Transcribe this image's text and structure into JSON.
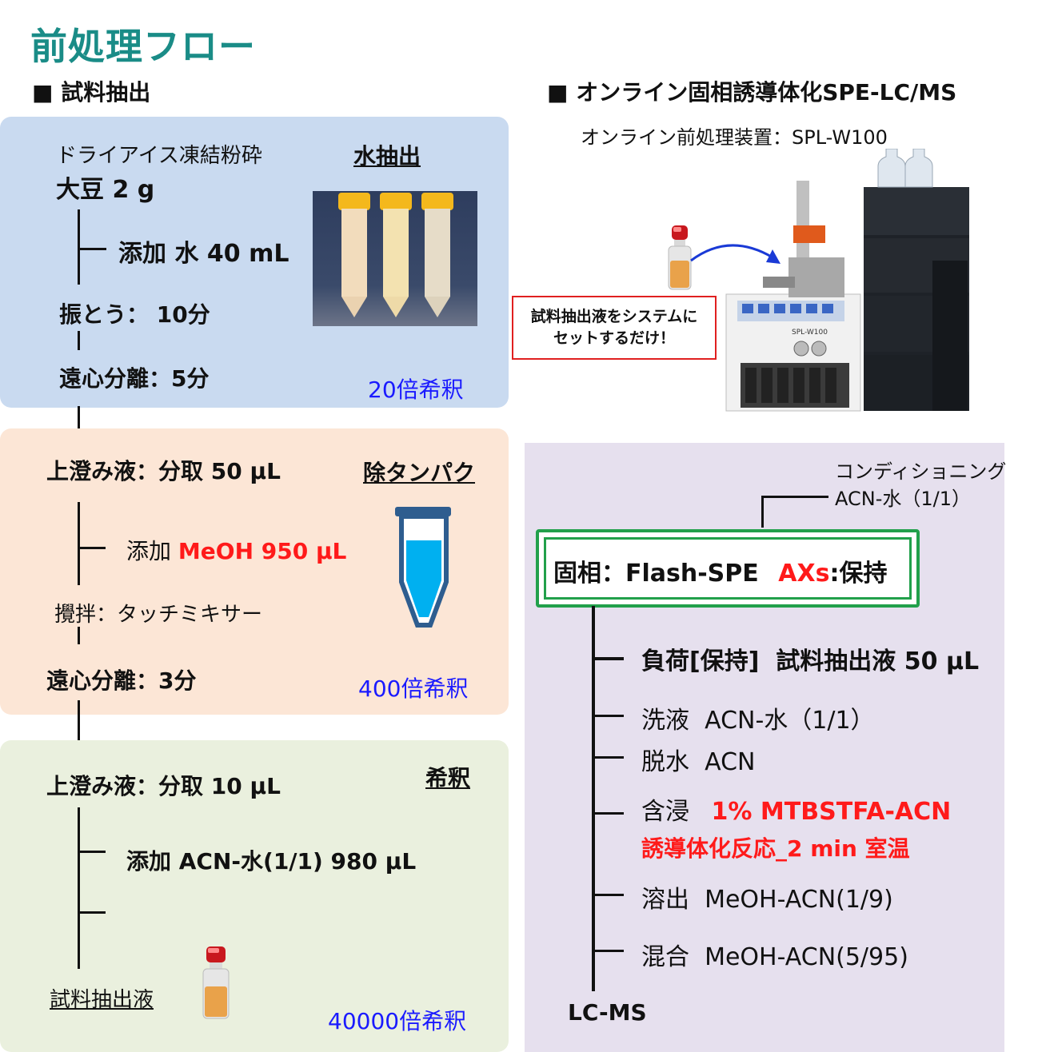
{
  "title": "前処理フロー",
  "left_heading": "■ 試料抽出",
  "right_heading": "■ オンライン固相誘導体化SPE-LC/MS",
  "device_label": "オンライン前処理装置：SPL-W100",
  "device_front_label": "SPL-W100",
  "callout": "試料抽出液をシステムにセットするだけ！",
  "step1": {
    "tag": "水抽出",
    "crush": "ドライアイス凍結粉砕",
    "sample": "大豆 2 g",
    "add": "添加 水 40 mL",
    "shake": "振とう： 10分",
    "centrifuge": "遠心分離：5分",
    "dilution": "20倍希釈"
  },
  "step2": {
    "tag": "除タンパク",
    "take": "上澄み液：分取 50 μL",
    "add_prefix": "添加",
    "add_value": "MeOH 950 μL",
    "stir": "攪拌：タッチミキサー",
    "centrifuge": "遠心分離：3分",
    "dilution": "400倍希釈"
  },
  "step3": {
    "tag": "希釈",
    "take": "上澄み液：分取 10 μL",
    "add": "添加 ACN-水(1/1) 980 μL",
    "extract": "試料抽出液",
    "dilution": "40000倍希釈"
  },
  "spe": {
    "conditioning_label": "コンディショニング",
    "conditioning_value": "ACN-水（1/1）",
    "solid_phase_prefix": "固相：Flash-SPE",
    "solid_phase_red": "AXs",
    "solid_phase_suffix": ":保持",
    "steps": {
      "load": "負荷[保持]  試料抽出液 50 μL",
      "wash": "洗液  ACN-水（1/1）",
      "dehydrate": "脱水  ACN",
      "impregnate_prefix": "含浸",
      "impregnate_red": "1% MTBSTFA-ACN",
      "reaction": "誘導体化反応_2 min 室温",
      "elute": "溶出  MeOH-ACN(1/9)",
      "mix": "混合  MeOH-ACN(5/95)"
    },
    "end": "LC-MS"
  },
  "colors": {
    "title": "#1a8c87",
    "panel1": "#c9daf0",
    "panel2": "#fce6d6",
    "panel3": "#eaf0de",
    "panel_right": "#e6e0ee",
    "spe_border": "#22a04b",
    "red": "#ff1a1a",
    "blue": "#1a1aff"
  }
}
